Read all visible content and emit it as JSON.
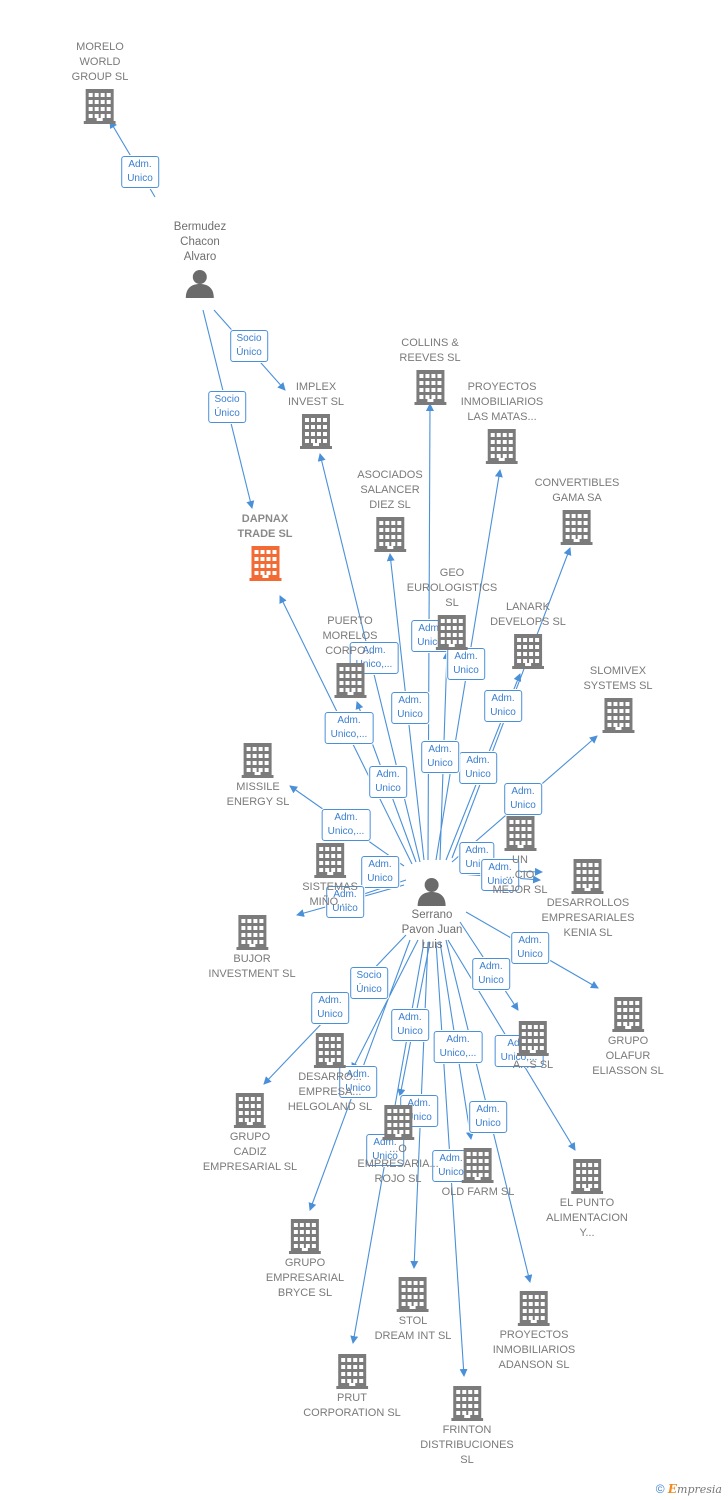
{
  "nodes": [
    {
      "id": "morelo",
      "type": "company",
      "label": "MORELO\nWORLD\nGROUP SL"
    },
    {
      "id": "bermudez",
      "type": "person",
      "label": "Bermudez\nChacon\nAlvaro"
    },
    {
      "id": "collins",
      "type": "company",
      "label": "COLLINS &\nREEVES SL"
    },
    {
      "id": "implex",
      "type": "company",
      "label": "IMPLEX\nINVEST  SL"
    },
    {
      "id": "proymatas",
      "type": "company",
      "label": "PROYECTOS\nINMOBILIARIOS\nLAS MATAS..."
    },
    {
      "id": "asociados",
      "type": "company",
      "label": "ASOCIADOS\nSALANCER\nDIEZ SL"
    },
    {
      "id": "convertibles",
      "type": "company",
      "label": "CONVERTIBLES\nGAMA SA"
    },
    {
      "id": "dapnax",
      "type": "focus",
      "label": "DAPNAX\nTRADE  SL"
    },
    {
      "id": "geo",
      "type": "company",
      "label": "GEO\nEUROLOGISTICS\nSL"
    },
    {
      "id": "lanark",
      "type": "company",
      "label": "LANARK\nDEVELOPS SL"
    },
    {
      "id": "puerto",
      "type": "company",
      "label": "PUERTO\nMORELOS\nCORPO..."
    },
    {
      "id": "slomivex",
      "type": "company",
      "label": "SLOMIVEX\nSYSTEMS SL"
    },
    {
      "id": "missile",
      "type": "company",
      "label": "MISSILE\nENERGY  SL"
    },
    {
      "id": "sistemas",
      "type": "company",
      "label": "SISTEMAS\nMIÑO ..."
    },
    {
      "id": "unmejor",
      "type": "company",
      "label": "UN\n...CIO\nMEJOR SL"
    },
    {
      "id": "kenia",
      "type": "company",
      "label": "DESARROLLOS\nEMPRESARIALES\nKENIA SL"
    },
    {
      "id": "serrano",
      "type": "person",
      "label": "Serrano\nPavon Juan\nLuis"
    },
    {
      "id": "bujor",
      "type": "company",
      "label": "BUJOR\nINVESTMENT SL"
    },
    {
      "id": "olafur",
      "type": "company",
      "label": "GRUPO\nOLAFUR\nELIASSON SL"
    },
    {
      "id": "helgoland",
      "type": "company",
      "label": "DESARRO...\nEMPRESA...\nHELGOLAND SL"
    },
    {
      "id": "ajs",
      "type": "company",
      "label": "A...S  SL"
    },
    {
      "id": "cadiz",
      "type": "company",
      "label": "GRUPO\nCADIZ\nEMPRESARIAL SL"
    },
    {
      "id": "rojo",
      "type": "company",
      "label": "...O\nEMPRESARIA...\nROJO SL"
    },
    {
      "id": "oldfarm",
      "type": "company",
      "label": "OLD FARM  SL"
    },
    {
      "id": "elpunto",
      "type": "company",
      "label": "EL PUNTO\nALIMENTACION\nY..."
    },
    {
      "id": "bryce",
      "type": "company",
      "label": "GRUPO\nEMPRESARIAL\nBRYCE SL"
    },
    {
      "id": "stol",
      "type": "company",
      "label": "STOL\nDREAM INT SL"
    },
    {
      "id": "adanson",
      "type": "company",
      "label": "PROYECTOS\nINMOBILIARIOS\nADANSON SL"
    },
    {
      "id": "prut",
      "type": "company",
      "label": "PRUT\nCORPORATION SL"
    },
    {
      "id": "frinton",
      "type": "company",
      "label": "FRINTON\nDISTRIBUCIONES\nSL"
    }
  ],
  "edges": [
    {
      "from": "bermudez",
      "to": "morelo",
      "label": "Adm.\nUnico"
    },
    {
      "from": "bermudez",
      "to": "implex",
      "label": "Socio\nÚnico"
    },
    {
      "from": "bermudez",
      "to": "dapnax",
      "label": "Socio\nÚnico"
    },
    {
      "from": "serrano",
      "to": "collins",
      "label": "Adm.\nUnico"
    },
    {
      "from": "serrano",
      "to": "implex",
      "label": "Adm.\nUnico,..."
    },
    {
      "from": "serrano",
      "to": "proymatas",
      "label": "Adm.\nUnico"
    },
    {
      "from": "serrano",
      "to": "asociados",
      "label": "Adm.\nUnico"
    },
    {
      "from": "serrano",
      "to": "convertibles",
      "label": "Adm.\nUnico"
    },
    {
      "from": "serrano",
      "to": "dapnax",
      "label": "Adm.\nUnico,..."
    },
    {
      "from": "serrano",
      "to": "geo",
      "label": "Adm.\nUnico"
    },
    {
      "from": "serrano",
      "to": "lanark",
      "label": "Adm.\nUnico"
    },
    {
      "from": "serrano",
      "to": "puerto",
      "label": "Adm.\nUnico"
    },
    {
      "from": "serrano",
      "to": "slomivex",
      "label": "Adm.\nUnico"
    },
    {
      "from": "serrano",
      "to": "missile",
      "label": "Adm.\nUnico,..."
    },
    {
      "from": "serrano",
      "to": "sistemas",
      "label": "Adm.\nUnico"
    },
    {
      "from": "serrano",
      "to": "unmejor",
      "label": "Adm.\nUni..."
    },
    {
      "from": "serrano",
      "to": "unmejor",
      "label": "Adm.\nUnico"
    },
    {
      "from": "serrano",
      "to": "bujor",
      "label": "Adm.\nUnico"
    },
    {
      "from": "serrano",
      "to": "olafur",
      "label": "Adm.\nUnico"
    },
    {
      "from": "serrano",
      "to": "ajs",
      "label": "Adm.\nUnico"
    },
    {
      "from": "serrano",
      "to": "cadiz",
      "label": "Adm.\nUnico"
    },
    {
      "from": "serrano",
      "to": "bryce",
      "label": "Socio\nÚnico"
    },
    {
      "from": "serrano",
      "to": "helgoland",
      "label": "Adm.\nUnico"
    },
    {
      "from": "serrano",
      "to": "rojo",
      "label": "Adm.\nUnico,..."
    },
    {
      "from": "serrano",
      "to": "elpunto",
      "label": "Adm.\nUnico,..."
    },
    {
      "from": "serrano",
      "to": "prut",
      "label": "Adm.\nUnico"
    },
    {
      "from": "serrano",
      "to": "stol",
      "label": "Adm.\nUnico"
    },
    {
      "from": "serrano",
      "to": "oldfarm",
      "label": "Adm.\nUnico"
    },
    {
      "from": "serrano",
      "to": "frinton",
      "label": "Adm.\nUnico"
    },
    {
      "from": "serrano",
      "to": "adanson",
      "label": "Adm.\nUnico"
    }
  ],
  "colors": {
    "edge": "#4a90d9",
    "company": "#7b7b7b",
    "focus": "#f26b35",
    "person": "#6b6b6b"
  },
  "footer": {
    "copyright": "©",
    "brand_initial": "E",
    "brand_rest": "mpresia"
  }
}
